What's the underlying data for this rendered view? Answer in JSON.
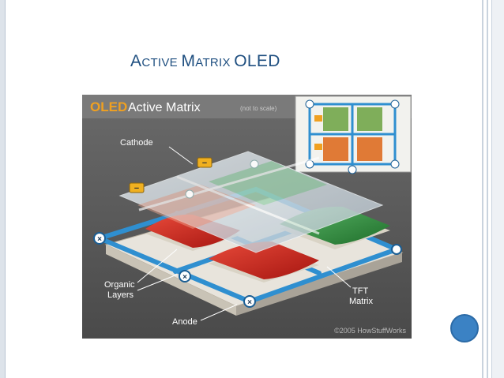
{
  "slide": {
    "title_parts": [
      {
        "text": "A",
        "size": "big"
      },
      {
        "text": "CTIVE ",
        "size": "sc"
      },
      {
        "text": "M",
        "size": "big"
      },
      {
        "text": "ATRIX ",
        "size": "sc"
      },
      {
        "text": "OLED",
        "size": "big"
      }
    ]
  },
  "figure": {
    "heading_accent": "OLED",
    "heading_rest": " Active Matrix",
    "heading_note": "(not to scale)",
    "labels": {
      "cathode": "Cathode",
      "organic_1": "Organic",
      "organic_2": "Layers",
      "anode": "Anode",
      "tft_1": "TFT",
      "tft_2": "Matrix"
    },
    "copyright": "©2005 HowStuffWorks"
  },
  "colors": {
    "title": "#1f4f80",
    "figure_bg": "#5a5a5a",
    "accent_orange": "#f0a020",
    "matrix_blue": "#2f8fd0",
    "red_pixel": "#c8201a",
    "green_pixel": "#2e8a3a",
    "slide_dot": "#3b82c4"
  }
}
